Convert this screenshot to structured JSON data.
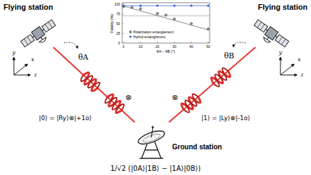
{
  "diagram": {
    "nodes": [
      {
        "text": [
          "Flying station"
        ]
      },
      {
        "text": [
          "Flying station"
        ]
      },
      {
        "text": [
          "Ground station"
        ]
      }
    ],
    "edges": [
      {
        "from": 2,
        "to": 0,
        "arrow": "none"
      },
      {
        "from": 2,
        "to": 1,
        "arrow": "none"
      }
    ],
    "labels": [
      "Fidelity (%)",
      "100",
      "75",
      "50",
      "25",
      "0",
      "0",
      "10",
      "20",
      "30",
      "40",
      "50",
      "θA − θB (°)",
      "θA",
      "θB",
      "y",
      "x",
      "z",
      "y",
      "x",
      "z",
      "|0⟩ = |Ry⟩⊗|+1o⟩",
      "⊗",
      "⊗",
      "|1⟩ = |Ly⟩⊗|-1o⟩",
      "1/√2 (|0A⟩|1B⟩ − |1A⟩|0B⟩)"
    ],
    "legend": [
      {
        "text": "Polarization entanglement"
      },
      {
        "text": "Hybrid entanglement"
      }
    ]
  }
}
